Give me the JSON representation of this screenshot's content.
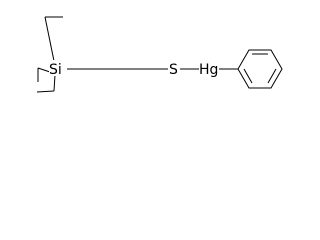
{
  "structure": {
    "atom_labels": {
      "silicon": "Si",
      "sulfur": "S",
      "mercury": "Hg"
    }
  }
}
